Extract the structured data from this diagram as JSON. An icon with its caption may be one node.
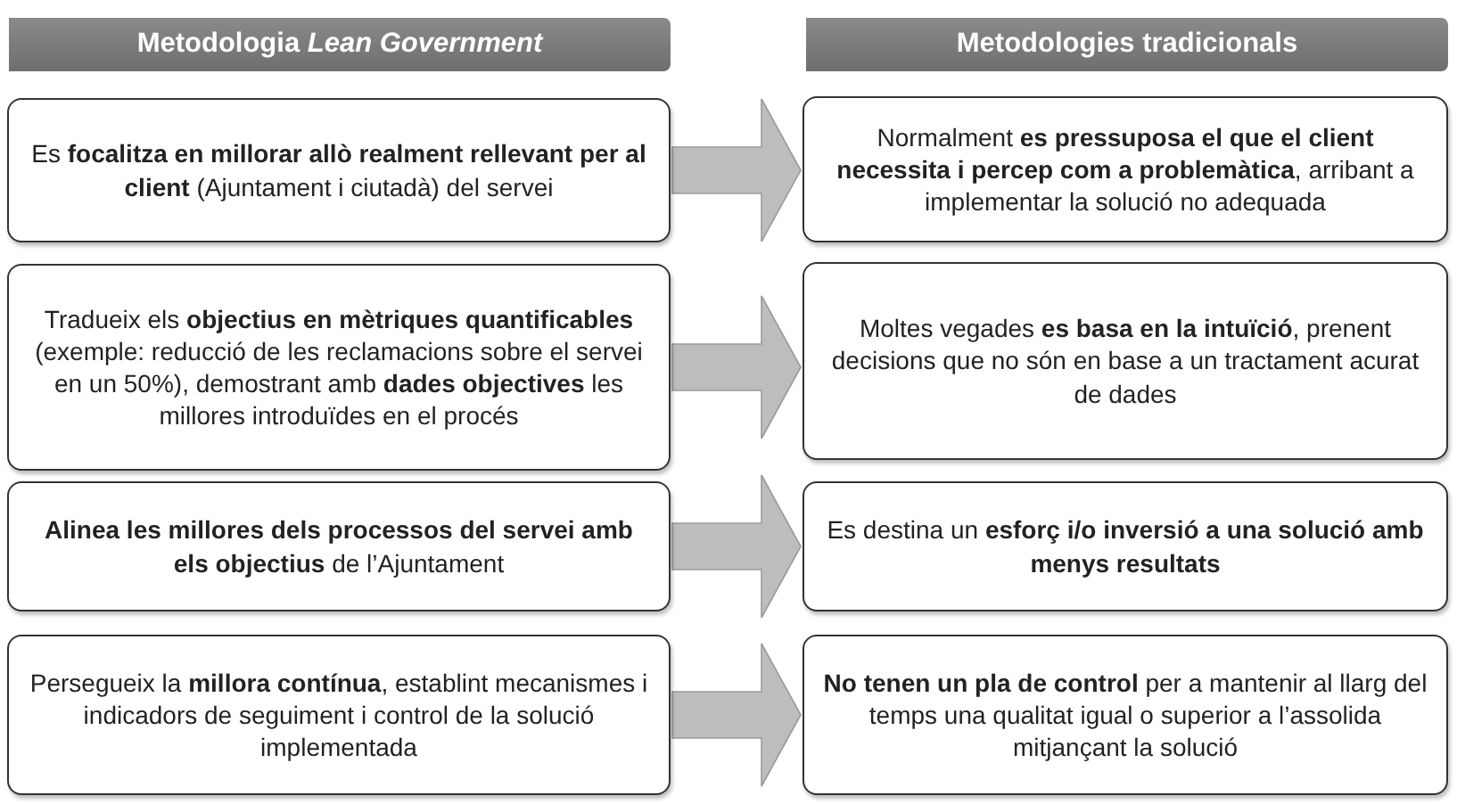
{
  "diagram": {
    "nodes": [
      {
        "text": [
          "Metodologia *Lean Government*"
        ]
      },
      {
        "text": [
          "Metodologies tradicionals"
        ]
      },
      {
        "text": [
          "Es **focalitza en millorar allò realment rellevant per al client** (Ajuntament i ciutadà) del servei"
        ]
      },
      {
        "text": [
          "Normalment **es pressuposa el que el client necessita i percep com a problemàtica**, arribant a implementar la solució no adequada"
        ]
      },
      {
        "text": [
          "Tradueix els **objectius en mètriques quantificables** (exemple: reducció de les reclamacions sobre el servei en un 50%), demostrant amb **dades objectives** les millores introduïdes en el procés"
        ]
      },
      {
        "text": [
          "Moltes vegades **es basa en la intuïció**, prenent decisions que no són en base a un tractament acurat de dades"
        ]
      },
      {
        "text": [
          "**Alinea les millores dels processos del servei amb els objectius** de l’Ajuntament"
        ]
      },
      {
        "text": [
          "Es destina un **esforç i/o inversió a una solució amb menys resultats**"
        ]
      },
      {
        "text": [
          "Persegueix la **millora contínua**, establint mecanismes i indicadors de seguiment i control de la solució implementada"
        ]
      },
      {
        "text": [
          "**No tenen un pla de control** per a mantenir al llarg del temps una qualitat igual o superior a l’assolida mitjançant la solució"
        ]
      }
    ],
    "edges": [
      {
        "from": 2,
        "to": 3,
        "arrow": "to"
      },
      {
        "from": 4,
        "to": 5,
        "arrow": "to"
      },
      {
        "from": 6,
        "to": 7,
        "arrow": "to"
      },
      {
        "from": 8,
        "to": 9,
        "arrow": "to"
      }
    ]
  }
}
